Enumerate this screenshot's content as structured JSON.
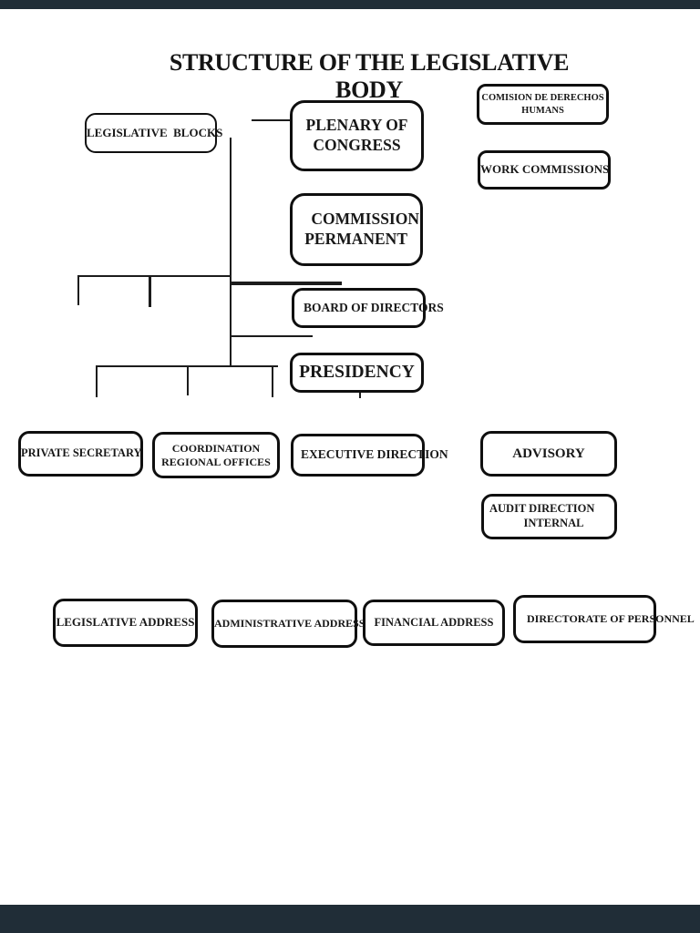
{
  "page": {
    "title": "STRUCTURE OF THE LEGISLATIVE BODY"
  },
  "colors": {
    "background": "#ffffff",
    "box_border": "#0f0f0f",
    "connector_line": "#1c1c1c",
    "letterbox_bar": "#202d37",
    "text": "#181818"
  },
  "nodes": {
    "legislative_blocks": {
      "label": "LEGISLATIVE  BLOCKS"
    },
    "plenary_of_congress": {
      "lines": [
        "PLENARY OF",
        "CONGRESS"
      ]
    },
    "comision_de_derechos_humans": {
      "lines": [
        "COMISION DE DERECHOS",
        "HUMANS"
      ]
    },
    "work_commissions": {
      "label": "WORK COMMISSIONS"
    },
    "commission_permanent": {
      "lines": [
        "COMMISSION",
        "PERMANENT"
      ]
    },
    "board_of_directors": {
      "label": "BOARD OF DIRECTORS"
    },
    "presidency": {
      "label": "PRESIDENCY"
    },
    "private_secretary": {
      "label": "PRIVATE SECRETARY"
    },
    "coordination_regional_offices": {
      "lines": [
        "COORDINATION",
        "REGIONAL OFFICES"
      ]
    },
    "executive_direction": {
      "label": "EXECUTIVE DIRECTION"
    },
    "advisory": {
      "label": "ADVISORY"
    },
    "audit_direction_internal": {
      "lines": [
        "AUDIT DIRECTION",
        "INTERNAL"
      ]
    },
    "legislative_address": {
      "label": "LEGISLATIVE ADDRESS"
    },
    "administrative_address": {
      "label": "ADMINISTRATIVE ADDRESS"
    },
    "financial_address": {
      "label": "FINANCIAL ADDRESS"
    },
    "directorate_of_personnel": {
      "label": "DIRECTORATE OF PERSONNEL"
    }
  }
}
